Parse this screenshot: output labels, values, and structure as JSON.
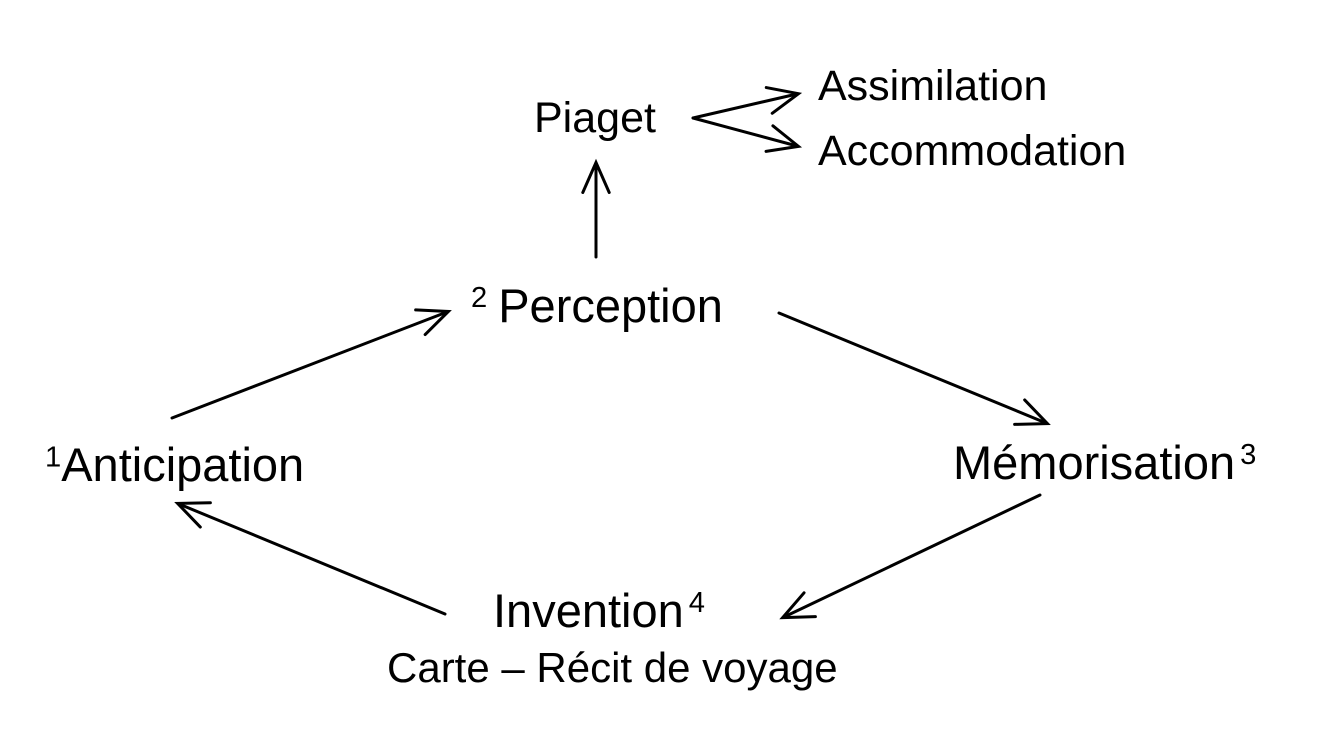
{
  "colors": {
    "ink": "#000000",
    "background": "#ffffff"
  },
  "nodes": {
    "piaget": {
      "label": "Piaget"
    },
    "assimilation": {
      "label": "Assimilation"
    },
    "accommodation": {
      "label": "Accommodation"
    },
    "perception": {
      "sup": "2",
      "label": "Perception"
    },
    "anticipation": {
      "sup": "1",
      "label": "Anticipation"
    },
    "memorisation": {
      "label": "Mémorisation",
      "sup": "3"
    },
    "invention": {
      "label": "Invention",
      "sup": "4"
    },
    "caption": {
      "label": "Carte – Récit de voyage"
    }
  },
  "edges": [
    {
      "from": "anticipation",
      "to": "perception"
    },
    {
      "from": "perception",
      "to": "piaget"
    },
    {
      "from": "piaget",
      "to": "assimilation"
    },
    {
      "from": "piaget",
      "to": "accommodation"
    },
    {
      "from": "perception",
      "to": "memorisation"
    },
    {
      "from": "memorisation",
      "to": "invention"
    },
    {
      "from": "invention",
      "to": "anticipation"
    }
  ]
}
